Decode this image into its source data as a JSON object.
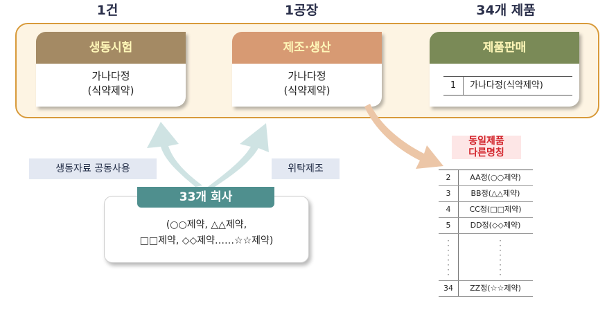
{
  "headings": {
    "left": "1건",
    "center": "1공장",
    "right": "34개 제품"
  },
  "cards": {
    "bio": {
      "title": "생동시험",
      "line1": "가나다정",
      "line2": "(식약제약)"
    },
    "mfg": {
      "title": "제조·생산",
      "line1": "가나다정",
      "line2": "(식약제약)"
    },
    "sales": {
      "title": "제품판매",
      "row_no": "1",
      "row_text": "가나다정(식약제약)"
    }
  },
  "tags": {
    "shared_data": "생동자료 공동사용",
    "consignment": "위탁제조"
  },
  "companies": {
    "title": "33개 회사",
    "line1": "(○○제약, △△제약,",
    "line2": "□□제약, ◇◇제약……☆☆제약)"
  },
  "same_product": {
    "title_line1": "동일제품",
    "title_line2": "다른명칭"
  },
  "product_list": [
    {
      "no": "2",
      "name": "AA정(○○제약)"
    },
    {
      "no": "3",
      "name": "BB정(△△제약)"
    },
    {
      "no": "4",
      "name": "CC정(□□제약)"
    },
    {
      "no": "5",
      "name": "DD정(◇◇제약)"
    },
    {
      "no": "34",
      "name": "ZZ정(☆☆제약)"
    }
  ],
  "colors": {
    "bio_header": "#a48a64",
    "mfg_header": "#d79a73",
    "sales_header": "#7a8a57",
    "panel_border": "#d89a3a",
    "panel_fill": "#fdf4e3",
    "company_title": "#4f8f8e",
    "up_arrow": "#cfe3e3",
    "down_arrow": "#ecc6a7",
    "accent_red": "#d2232a"
  }
}
